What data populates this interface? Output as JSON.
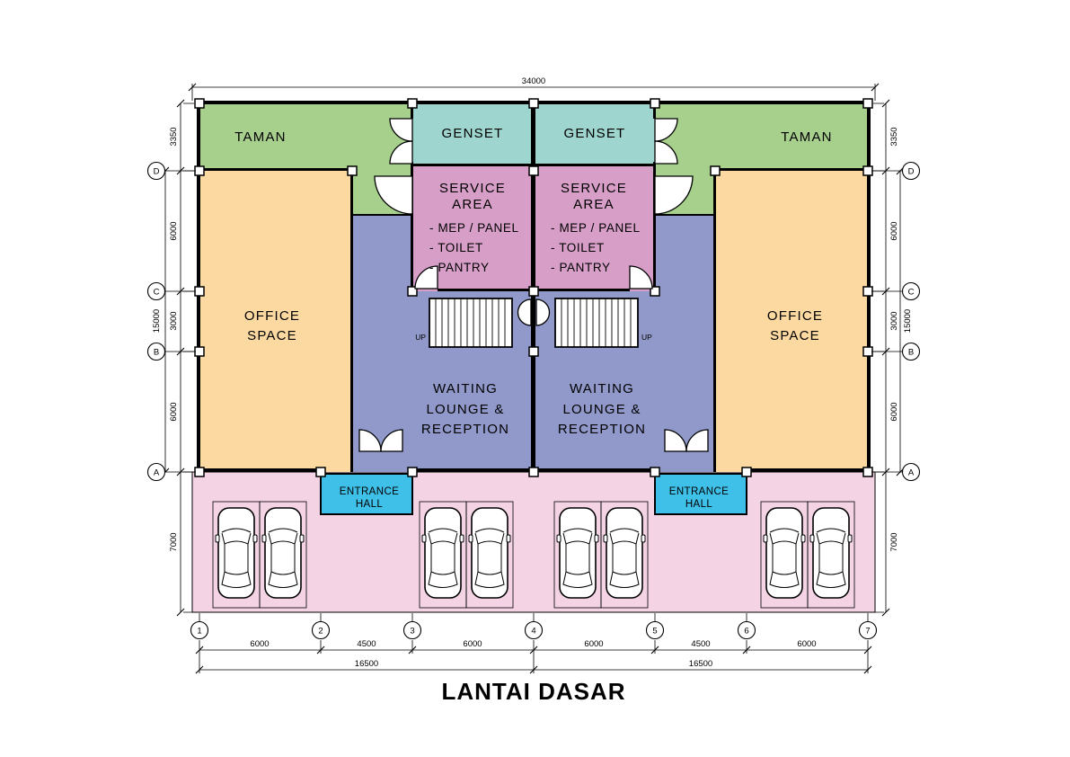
{
  "title": "LANTAI DASAR",
  "labels": {
    "taman": "TAMAN",
    "genset": "GENSET",
    "service_line1": "SERVICE",
    "service_line2": "AREA",
    "service_items": [
      "- MEP / PANEL",
      "- TOILET",
      "- PANTRY"
    ],
    "office_line1": "OFFICE",
    "office_line2": "SPACE",
    "waiting_line1": "WAITING",
    "waiting_line2": "LOUNGE &",
    "waiting_line3": "RECEPTION",
    "entrance_line1": "ENTRANCE",
    "entrance_line2": "HALL",
    "up": "UP"
  },
  "grid": {
    "rows": [
      "D",
      "C",
      "B",
      "A"
    ],
    "cols": [
      "1",
      "2",
      "3",
      "4",
      "5",
      "6",
      "7"
    ]
  },
  "dimensions": {
    "overall_width": "34000",
    "side_segments": [
      "3350",
      "6000",
      "3000",
      "6000",
      "7000"
    ],
    "side_overall": "15000",
    "bottom_segments": [
      "6000",
      "4500",
      "6000",
      "6000",
      "4500",
      "6000"
    ],
    "bottom_overall": [
      "16500",
      "16500"
    ]
  },
  "colors": {
    "taman": "#a6d08c",
    "genset": "#9ed5ce",
    "service": "#d79fc8",
    "office": "#fbd9a0",
    "waiting": "#9099c9",
    "entrance": "#3fc0e8",
    "parking": "#f4d3e5"
  }
}
